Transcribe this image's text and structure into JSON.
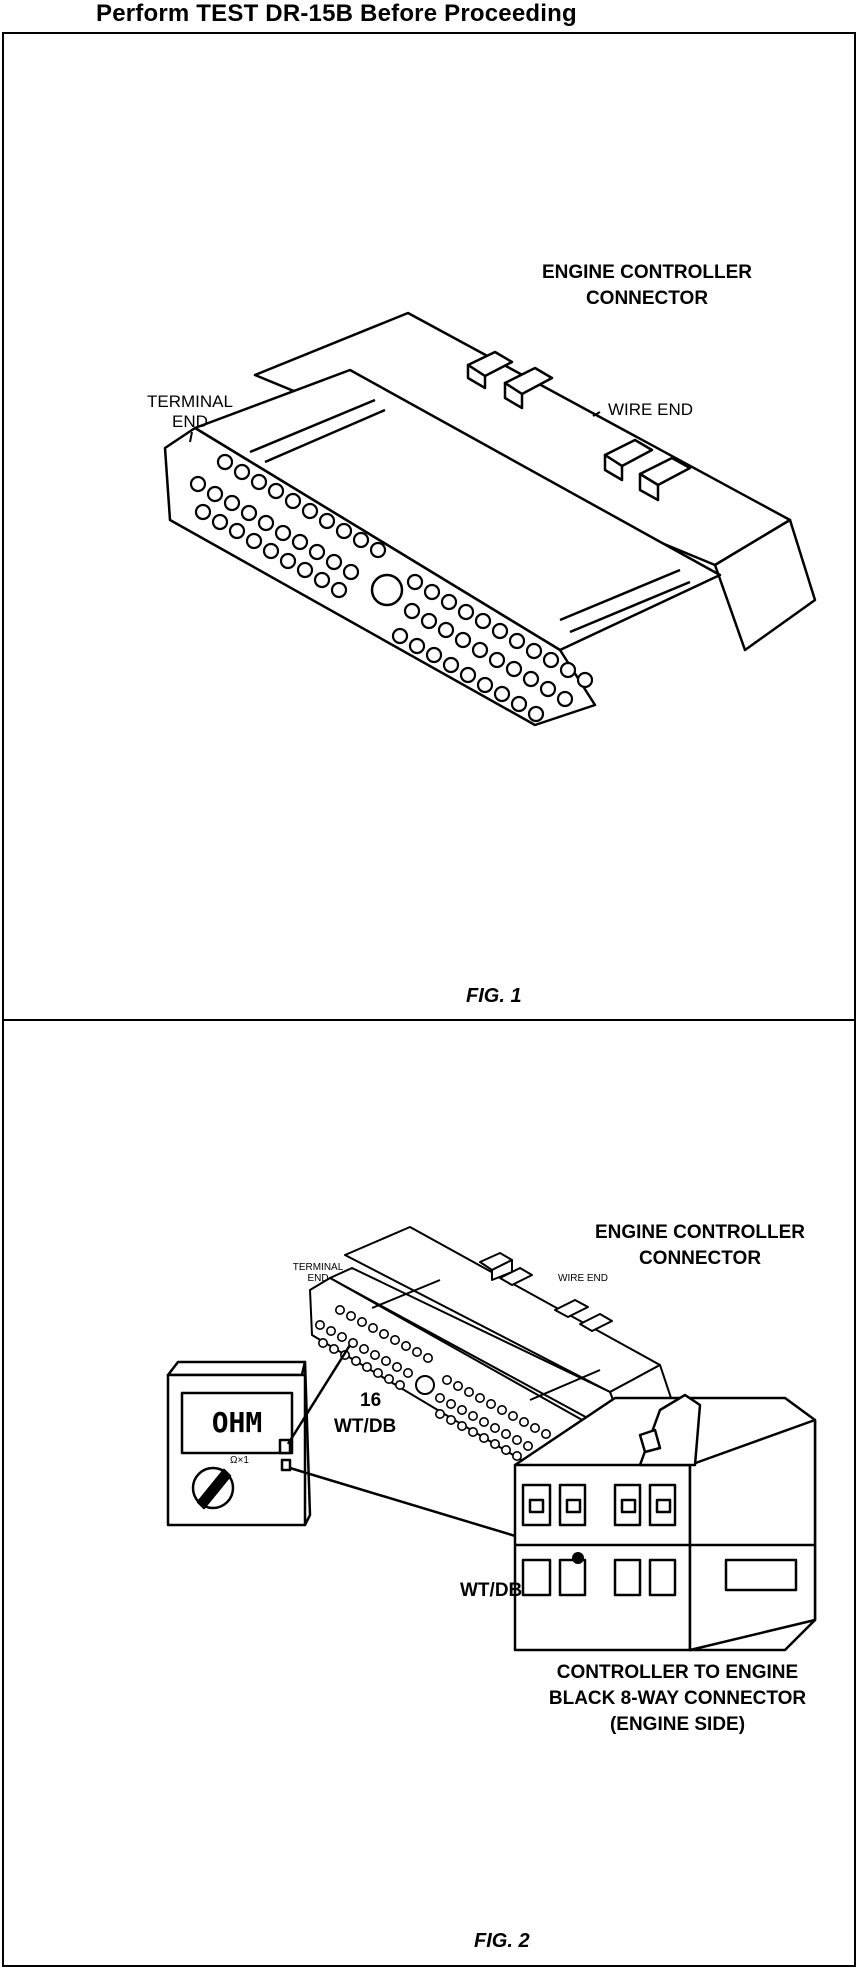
{
  "heading": "Perform TEST DR-15B Before Proceeding",
  "fig1": {
    "label": "FIG. 1",
    "connector_label": [
      "ENGINE CONTROLLER",
      "CONNECTOR"
    ],
    "terminal_end": [
      "TERMINAL",
      "END"
    ],
    "wire_end": "WIRE END"
  },
  "fig2": {
    "label": "FIG. 2",
    "connector_label": [
      "ENGINE CONTROLLER",
      "CONNECTOR"
    ],
    "terminal_end": [
      "TERMINAL",
      "END"
    ],
    "wire_end": "WIRE END",
    "pin_number": "16",
    "wire_color_top": "WT/DB",
    "wire_color_bottom": "WT/DB",
    "meter_display": "OHM",
    "meter_range": "Ω×1",
    "connector8_label": [
      "CONTROLLER  TO  ENGINE",
      "BLACK 8-WAY CONNECTOR",
      "(ENGINE  SIDE)"
    ]
  }
}
